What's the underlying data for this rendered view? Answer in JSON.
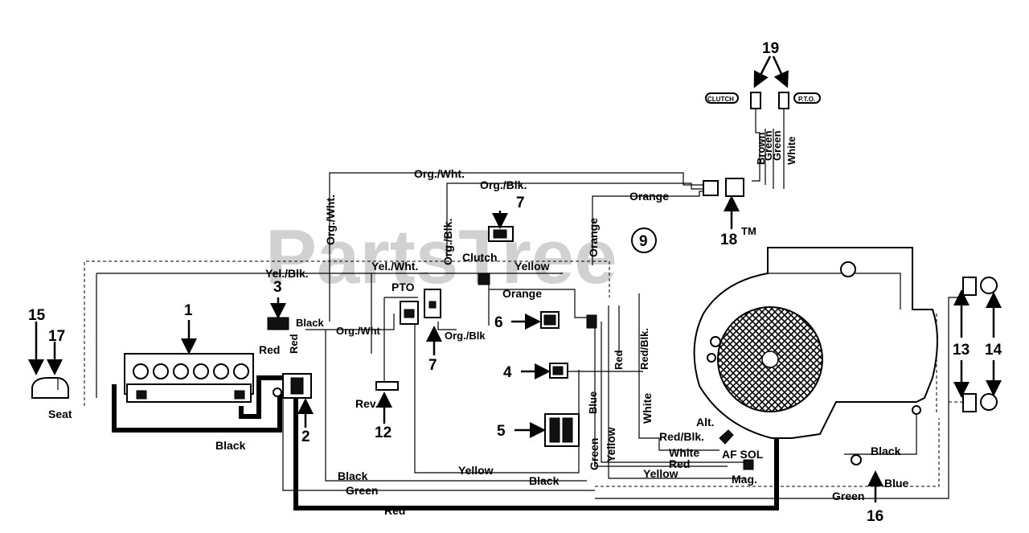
{
  "watermark": "PartsTree",
  "trademark": "TM",
  "callouts": {
    "c1": "1",
    "c2": "2",
    "c3": "3",
    "c4": "4",
    "c5": "5",
    "c6": "6",
    "c7a": "7",
    "c7b": "7",
    "c9": "9",
    "c12": "12",
    "c13": "13",
    "c14": "14",
    "c15": "15",
    "c16": "16",
    "c17": "17",
    "c18": "18",
    "c19": "19"
  },
  "components": {
    "seat": "Seat",
    "pto": "PTO",
    "clutch": "Clutch",
    "rev": "Rev.",
    "alt": "Alt.",
    "af_sol": "AF SOL",
    "mag": "Mag.",
    "switch_clutch": "CLUTCH",
    "switch_pto": "P.T.O."
  },
  "wires": {
    "org_wht_top": "Org./Wht.",
    "org_blk_top": "Org./Blk.",
    "orange_top": "Orange",
    "org_wht_vert": "Org./Wht.",
    "org_blk_vert": "Org./Blk.",
    "orange_vert": "Orange",
    "yel_blk": "Yel./Blk.",
    "yel_wht": "Yel./Wht.",
    "yellow_top": "Yellow",
    "orange_mid": "Orange",
    "black_3": "Black",
    "red_vert": "Red",
    "red_bat": "Red",
    "org_wht_mid": "Org./Wht",
    "org_blk_mid": "Org./Blk",
    "red_right": "Red",
    "red_blk_right": "Red/Blk.",
    "white_right": "White",
    "blue_mid": "Blue",
    "green_mid": "Green",
    "yellow_mid": "Yellow",
    "red_blk_alt": "Red/Blk.",
    "white_alt": "White",
    "red_afsol": "Red",
    "yellow_afsol": "Yellow",
    "black_battery": "Black",
    "black_low": "Black",
    "black_low2": "Black",
    "yellow_low": "Yellow",
    "green_low": "Green",
    "red_bottom": "Red",
    "black_ground": "Black",
    "blue_right": "Blue",
    "green_right": "Green",
    "brown_19": "Brown",
    "green_19a": "Green",
    "green_19b": "Green",
    "white_19": "White"
  }
}
